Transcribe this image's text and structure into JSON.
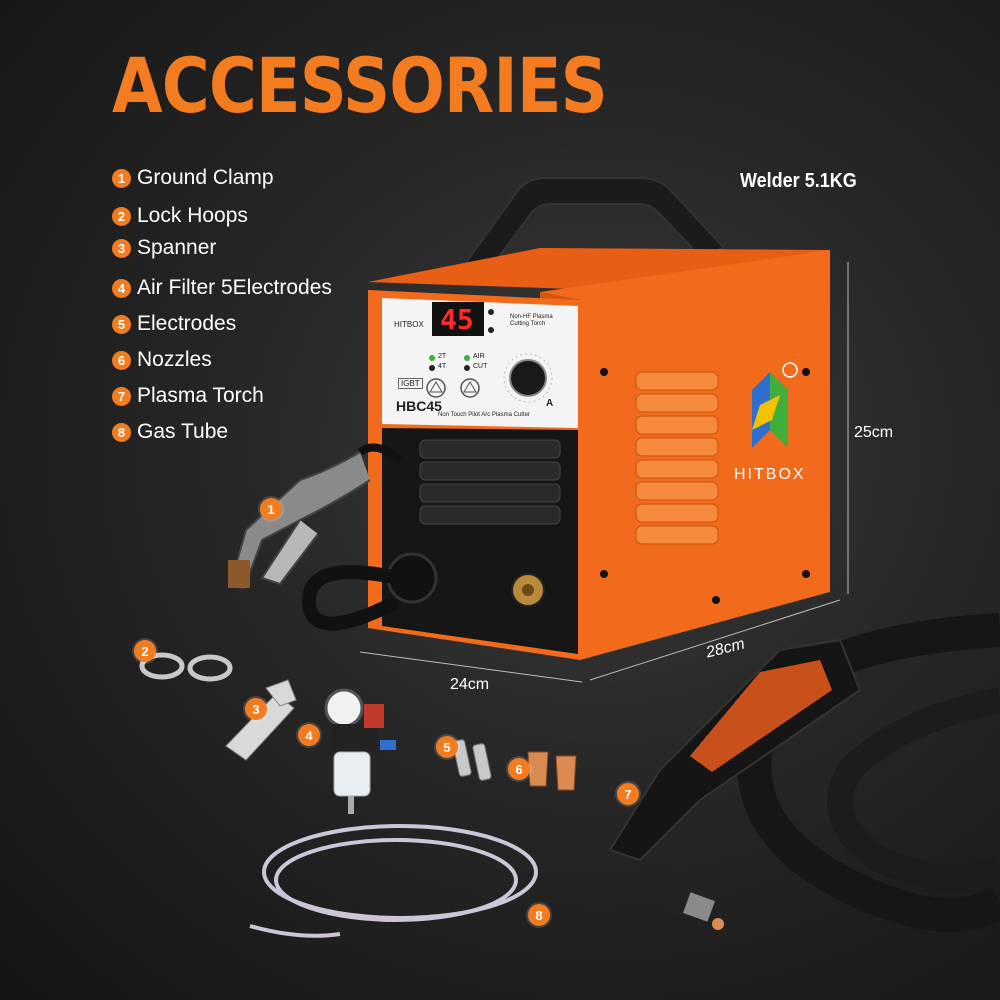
{
  "title": "ACCESSORIES",
  "accessories": [
    {
      "num": "1",
      "label": "Ground Clamp"
    },
    {
      "num": "2",
      "label": "Lock Hoops"
    },
    {
      "num": "3",
      "label": "Spanner"
    },
    {
      "num": "4",
      "label": "Air Filter 5Electrodes"
    },
    {
      "num": "5",
      "label": "Electrodes"
    },
    {
      "num": "6",
      "label": "Nozzles"
    },
    {
      "num": "7",
      "label": "Plasma Torch"
    },
    {
      "num": "8",
      "label": "Gas Tube"
    }
  ],
  "weight": "Welder 5.1KG",
  "dimensions": {
    "height": "25cm",
    "depth": "28cm",
    "width": "24cm"
  },
  "machine": {
    "brand": "HITBOX",
    "model": "HBC45",
    "display": "45",
    "subtitle": "Non Touch Pilot Arc Plasma Cutter",
    "torch_label": "Non-HF Plasma Cutting Torch",
    "igbt": "IGBT",
    "mode_2t": "2T",
    "mode_4t": "4T",
    "air": "AIR",
    "cut": "CUT",
    "amp": "A",
    "side_brand": "HITBOX"
  },
  "colors": {
    "accent": "#f47c20",
    "machine_orange": "#f26a1b",
    "background": "#262626"
  }
}
